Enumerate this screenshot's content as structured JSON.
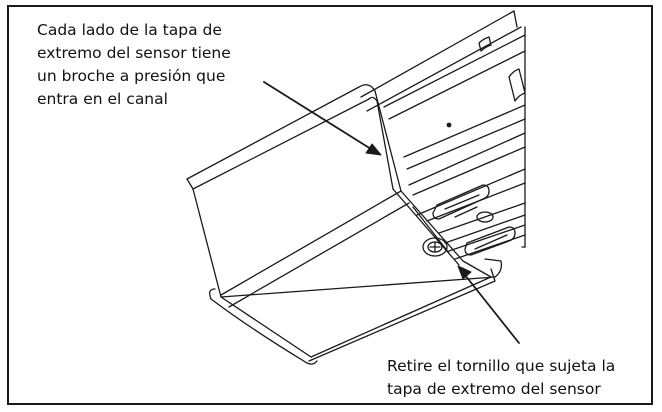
{
  "callouts": {
    "top": {
      "lines": [
        "Cada lado de la tapa de",
        "extremo del sensor tiene",
        "un broche a presión que",
        "entra en el canal"
      ]
    },
    "bottom": {
      "lines": [
        "Retire el tornillo que sujeta la",
        "tapa de extremo del sensor"
      ]
    }
  },
  "colors": {
    "line": "#1a1a1a",
    "background": "#ffffff"
  },
  "icons": {
    "screw": "screw-icon",
    "arrow": "arrow-head"
  }
}
